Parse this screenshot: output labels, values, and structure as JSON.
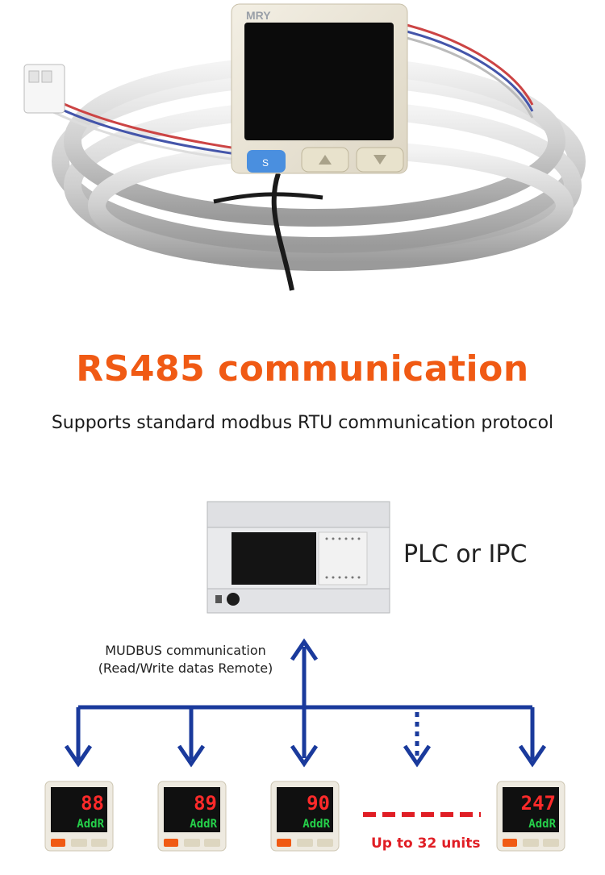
{
  "hero": {
    "product_brand": "MRY",
    "button_labels": [
      "S",
      "▲",
      "▼"
    ]
  },
  "heading": {
    "title": "RS485 communication",
    "subtitle": "Supports standard modbus RTU communication protocol"
  },
  "diagram": {
    "host_label": "PLC or IPC",
    "link_label_line1": "MUDBUS communication",
    "link_label_line2": "(Read/Write datas Remote)",
    "units_label": "Up to 32 units",
    "devices": [
      {
        "top_value": "88",
        "bottom_value": "AddR"
      },
      {
        "top_value": "89",
        "bottom_value": "AddR"
      },
      {
        "top_value": "90",
        "bottom_value": "AddR"
      },
      {
        "top_value": "247",
        "bottom_value": "AddR"
      }
    ],
    "colors": {
      "arrow": "#1a3a9c",
      "title": "#f05a14",
      "units": "#e01e25",
      "digit_red": "#ff2a2a",
      "digit_green": "#25d04a"
    }
  }
}
